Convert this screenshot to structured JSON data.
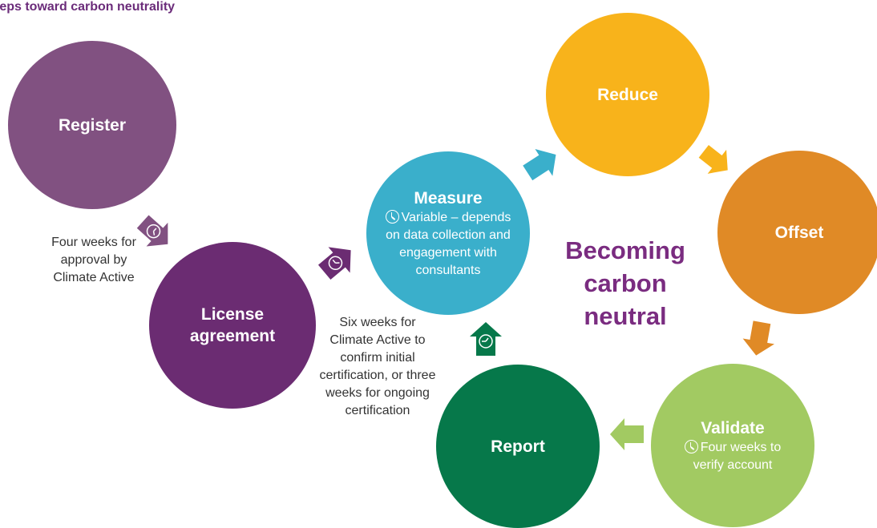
{
  "title": "teps toward carbon neutrality",
  "center_label": "Becoming carbon neutral",
  "colors": {
    "register": "#815181",
    "license": "#6b2c72",
    "measure": "#3aafcb",
    "reduce": "#f8b31b",
    "offset": "#e08a26",
    "validate": "#a2ca62",
    "report": "#06784a",
    "title": "#6b2c7a"
  },
  "steps": {
    "register": {
      "label": "Register"
    },
    "license": {
      "label": "License agreement"
    },
    "measure": {
      "label": "Measure",
      "detail": "Variable – depends on data collection and engagement with consultants"
    },
    "reduce": {
      "label": "Reduce"
    },
    "offset": {
      "label": "Offset"
    },
    "validate": {
      "label": "Validate",
      "detail": "Four weeks to verify account"
    },
    "report": {
      "label": "Report"
    }
  },
  "notes": {
    "approval": "Four weeks for approval by Climate Active",
    "certification": "Six weeks for Climate Active to confirm initial certification, or three weeks for ongoing certification"
  },
  "icons": [
    "clock-icon",
    "arrow-icon"
  ]
}
